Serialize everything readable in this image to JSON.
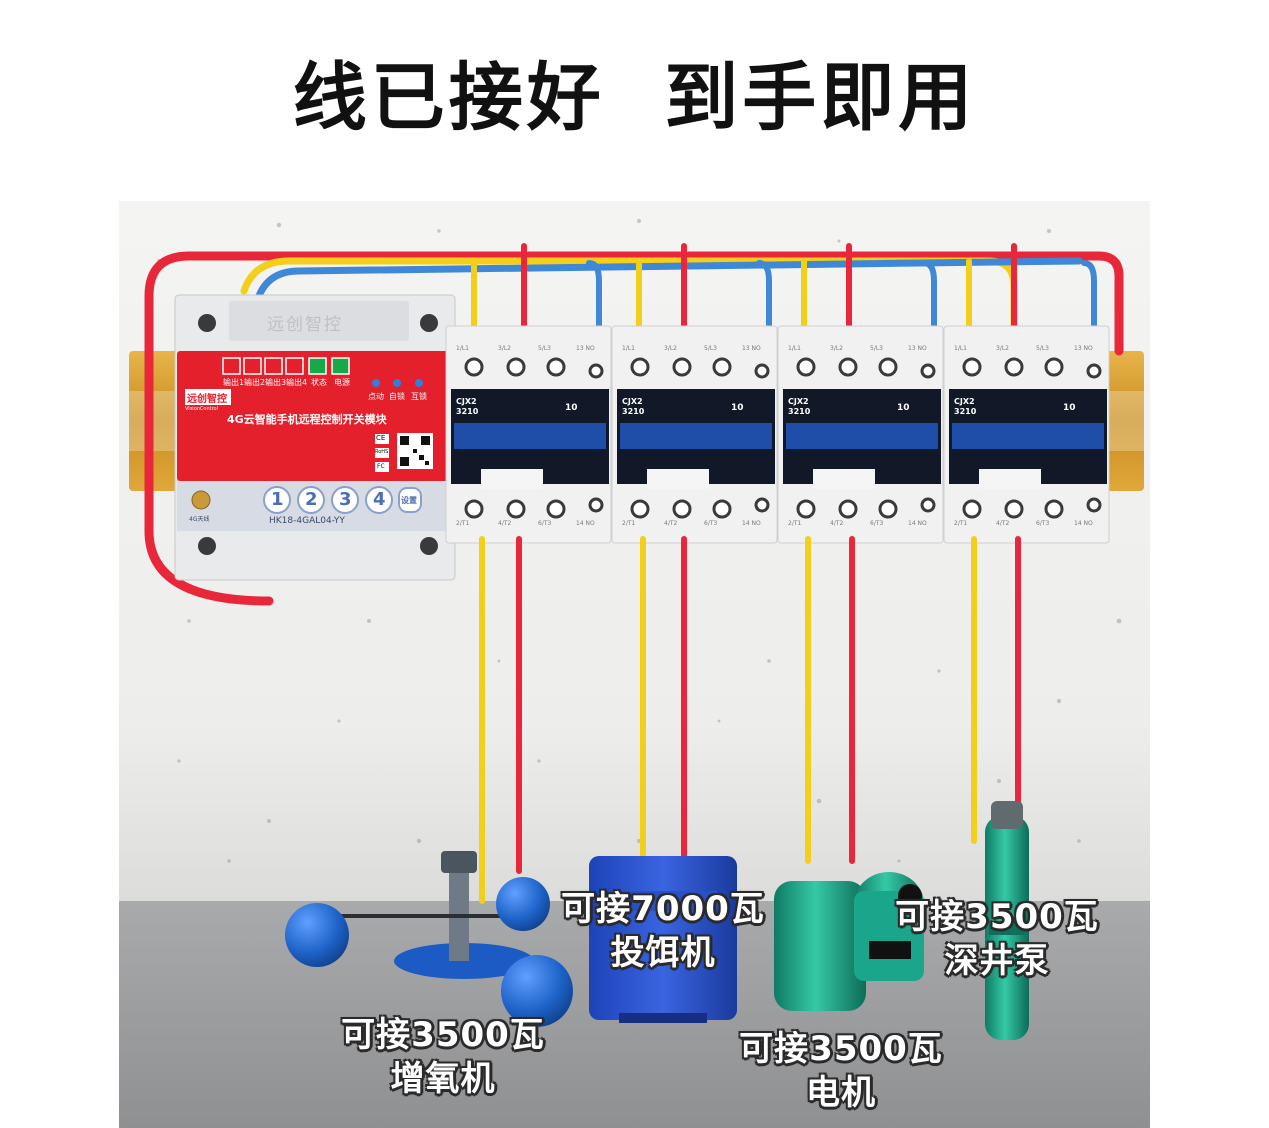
{
  "headline": {
    "left": "线已接好",
    "right": "到手即用"
  },
  "module": {
    "title": "4G云智能手机远程控制开关模块",
    "brand": "远创智控",
    "brand_sub": "VisionControl",
    "indicators": [
      "输出1",
      "输出2",
      "输出3",
      "输出4",
      "状态",
      "电源"
    ],
    "mode_labels": [
      "点动",
      "自锁",
      "互锁"
    ],
    "buttons": [
      "1",
      "2",
      "3",
      "4"
    ],
    "set_label": "设置",
    "antenna_label": "4G天线",
    "model": "HK18-4GAL04-YY",
    "badges": [
      "CE",
      "RoHS",
      "FC"
    ],
    "top_brand": "远创智控"
  },
  "contactors": [
    {
      "model": "CJX2\n3210",
      "model_line1": "CJX2",
      "model_line2": "3210",
      "aux": "10",
      "top_terms": [
        "1/L1",
        "3/L2",
        "5/L3",
        "13 NO"
      ],
      "bottom_terms": [
        "2/T1",
        "4/T2",
        "6/T3",
        "14 NO"
      ]
    },
    {
      "model_line1": "CJX2",
      "model_line2": "3210",
      "aux": "10",
      "top_terms": [
        "1/L1",
        "3/L2",
        "5/L3",
        "13 NO"
      ],
      "bottom_terms": [
        "2/T1",
        "4/T2",
        "6/T3",
        "14 NO"
      ]
    },
    {
      "model_line1": "CJX2",
      "model_line2": "3210",
      "aux": "10",
      "top_terms": [
        "1/L1",
        "3/L2",
        "5/L3",
        "13 NO"
      ],
      "bottom_terms": [
        "2/T1",
        "4/T2",
        "6/T3",
        "14 NO"
      ]
    },
    {
      "model_line1": "CJX2",
      "model_line2": "3210",
      "aux": "10",
      "top_terms": [
        "1/L1",
        "3/L2",
        "5/L3",
        "13 NO"
      ],
      "bottom_terms": [
        "2/T1",
        "4/T2",
        "6/T3",
        "14 NO"
      ]
    }
  ],
  "callouts": {
    "aerator": {
      "line1": "可接3500瓦",
      "line2": "增氧机"
    },
    "feeder": {
      "line1": "可接7000瓦",
      "line2": "投饵机"
    },
    "motor": {
      "line1": "可接3500瓦",
      "line2": "电机"
    },
    "deep_well_pump": {
      "line1": "可接3500瓦",
      "line2": "深井泵"
    }
  },
  "colors": {
    "module_red": "#e3202b",
    "wire_red": "#e8283a",
    "wire_yellow": "#f3cf1c",
    "wire_blue": "#3f88d8",
    "contactor_blue": "#1f4ea8",
    "indicator_green": "#17a84a",
    "float_ball_blue": "#1e63c8",
    "pump_green": "#1aa68a"
  }
}
